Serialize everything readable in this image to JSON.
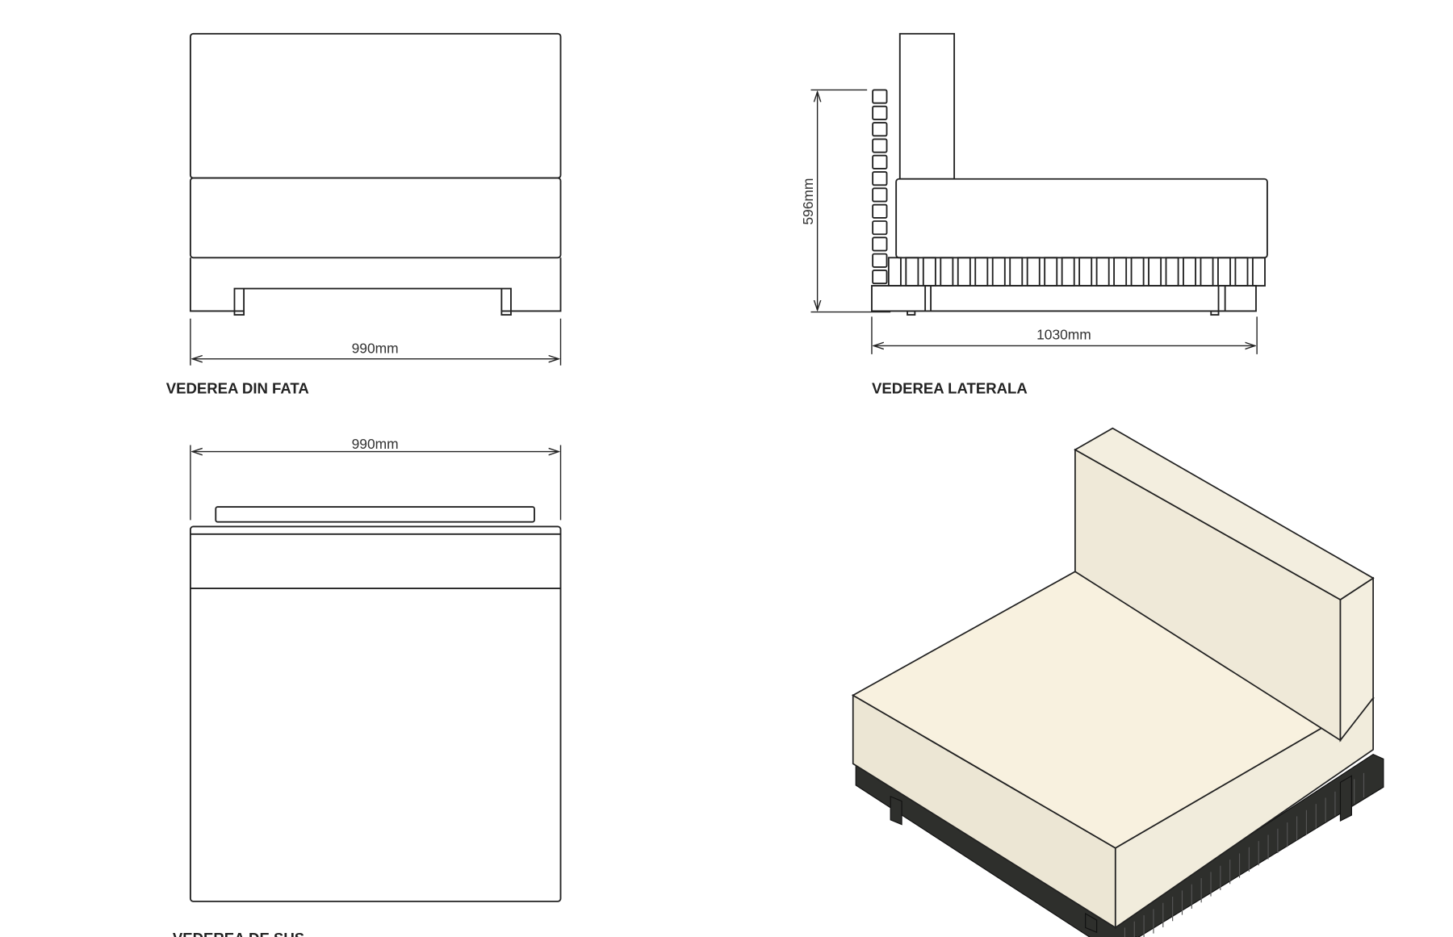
{
  "views": {
    "front": {
      "label": "VEDEREA DIN FATA",
      "width_dim": "990mm"
    },
    "side": {
      "label": "VEDEREA LATERALA",
      "height_dim": "596mm",
      "depth_dim": "1030mm"
    },
    "top": {
      "label": "VEDEREA DE SUS",
      "width_dim": "990mm"
    }
  },
  "colors": {
    "cushion": "#f3eedf",
    "cushion_shade": "#e6e0cf",
    "base": "#2e2f2c",
    "line": "#222222"
  }
}
